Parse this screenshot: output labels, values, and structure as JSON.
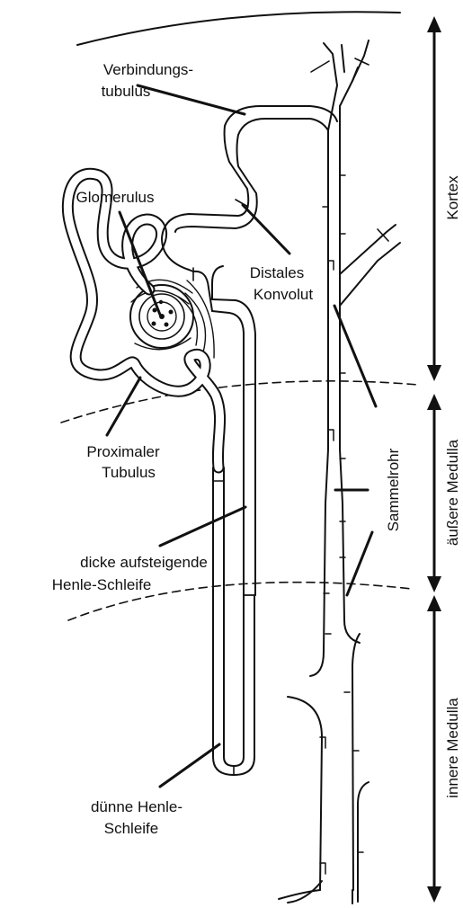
{
  "labels": {
    "verbindungstubulus_line1": "Verbindungs-",
    "verbindungstubulus_line2": "tubulus",
    "glomerulus": "Glomerulus",
    "distales_line1": "Distales",
    "distales_line2": "Konvolut",
    "proximaler_line1": "Proximaler",
    "proximaler_line2": "Tubulus",
    "dicke_line1": "dicke aufsteigende",
    "dicke_line2": "Henle-Schleife",
    "duenne_line1": "dünne Henle-",
    "duenne_line2": "Schleife",
    "sammelrohr": "Sammelrohr"
  },
  "zones": {
    "kortex": "Kortex",
    "aeussere_medulla": "äußere Medulla",
    "innere_medulla": "innere Medulla"
  },
  "colors": {
    "ink": "#111111",
    "background": "#ffffff"
  }
}
